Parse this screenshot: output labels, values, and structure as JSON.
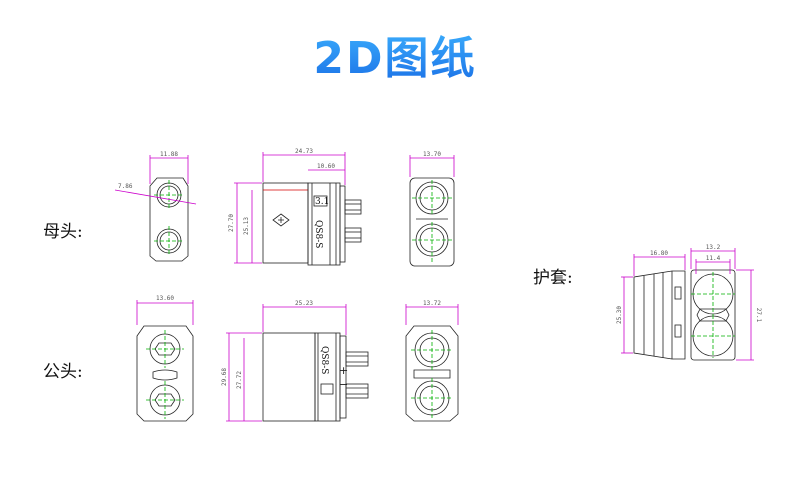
{
  "title": "2D图纸",
  "labels": {
    "female": "母头:",
    "male": "公头:",
    "cover": "护套:"
  },
  "dimensions": {
    "female_front_width": "11.88",
    "female_front_angle": "7.86",
    "female_side_length": "24.73",
    "female_side_sub": "10.60",
    "female_side_h1": "27.70",
    "female_side_h2": "25.13",
    "female_back_width": "13.70",
    "male_front_width": "13.60",
    "male_side_length": "25.23",
    "male_side_h1": "29.68",
    "male_side_h2": "27.72",
    "male_back_width": "13.72",
    "cover_side_width": "16.80",
    "cover_side_height": "25.30",
    "cover_front_w1": "13.2",
    "cover_front_w2": "11.4",
    "cover_front_height": "27.1"
  },
  "markings": {
    "model": "QS8-S",
    "version": "3.1"
  },
  "colors": {
    "outline": "#222222",
    "dimension": "#cc00cc",
    "centerline": "#00b000",
    "accent_line": "#d40000",
    "title_top": "#3fb5ff",
    "title_bottom": "#1a6fe6"
  }
}
